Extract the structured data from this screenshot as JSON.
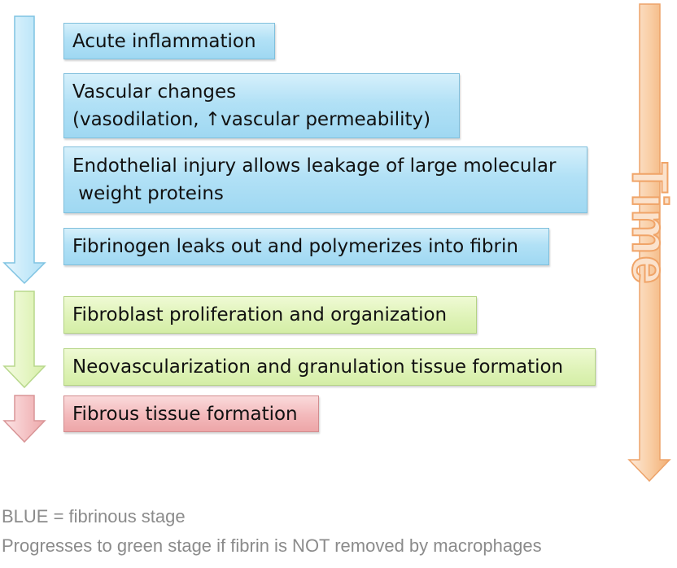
{
  "stages": [
    {
      "lines": [
        "Acute inflammation"
      ]
    },
    {
      "lines": [
        "Vascular changes",
        "(vasodilation, ↑vascular permeability)"
      ]
    },
    {
      "lines": [
        "Endothelial injury allows leakage of large molecular",
        " weight proteins"
      ]
    },
    {
      "lines": [
        "Fibrinogen leaks out and polymerizes into fibrin"
      ]
    },
    {
      "lines": [
        "Fibroblast proliferation and organization"
      ]
    },
    {
      "lines": [
        "Neovascularization and granulation tissue formation"
      ]
    },
    {
      "lines": [
        "Fibrous tissue formation"
      ]
    }
  ],
  "time_label": "Time",
  "captions": {
    "line1": "BLUE = fibrinous stage",
    "line2": "Progresses to green stage if fibrin is NOT removed by macrophages"
  },
  "colors": {
    "blue": "#a9dcf4",
    "green": "#dcf1b4",
    "red": "#f0aeb0",
    "orange": "#f5b57e",
    "caption_gray": "#8b8b8b"
  }
}
